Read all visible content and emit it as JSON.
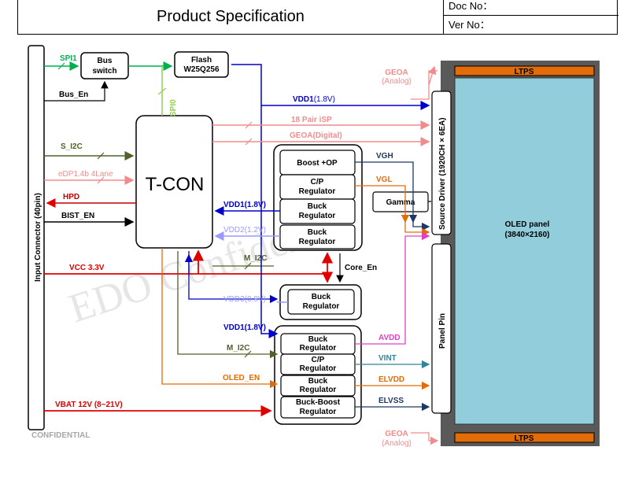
{
  "header": {
    "title": "Product Specification",
    "doc_no": "Doc No：",
    "ver_no": "Ver No："
  },
  "blocks": {
    "input_connector": "Input Connector (40pin)",
    "bus_switch_1": "Bus",
    "bus_switch_2": "switch",
    "flash_1": "Flash",
    "flash_2": "W25Q256",
    "tcon": "T-CON",
    "boost_op": "Boost +OP",
    "cp_reg_1": "C/P",
    "cp_reg_2": "Regulator",
    "buck_1": "Buck",
    "buck_2": "Regulator",
    "gamma": "Gamma",
    "buck_boost_1": "Buck-Boost",
    "buck_boost_2": "Regulator",
    "source_driver": "Source Driver (1920CH × 6EA)",
    "panel_pin": "Panel Pin",
    "oled_panel_1": "OLED panel",
    "oled_panel_2": "(3840×2160)",
    "ltps": "LTPS"
  },
  "signals": {
    "spi1": "SPI1",
    "spi0": "SPI0",
    "bus_en": "Bus_En",
    "s_i2c": "S_I2C",
    "edp": "eDP1.4b 4Lane",
    "hpd": "HPD",
    "bist_en": "BIST_EN",
    "vcc": "VCC 3.3V",
    "vbat": "VBAT  12V (8~21V)",
    "oled_en": "OLED_EN",
    "m_i2c": "M_I2C",
    "core_en": "Core_En",
    "vdd1_label": "VDD1",
    "vdd1_val": "(1.8V)",
    "vdd1_short": "VDD1(1.8V)",
    "vdd2": "VDD2(1.2V)",
    "vdd3": "VDD3(0.9V)",
    "isp": "18 Pair iSP",
    "geoa_digital": "GEOA(Digital)",
    "geoa": "GEOA",
    "analog": "(Analog)",
    "vgh": "VGH",
    "vgl": "VGL",
    "avdd": "AVDD",
    "vint": "VINT",
    "elvdd": "ELVDD",
    "elvss": "ELVSS"
  },
  "watermark": "EDO Confidential",
  "confidential": "CONFIDENTIAL",
  "colors": {
    "green": "#00b050",
    "olive": "#4f6228",
    "blue": "#0000cc",
    "salmon": "#f28c8c",
    "red": "#e00000",
    "orange": "#e36c09",
    "teal": "#31859c",
    "magenta": "#e040c8",
    "lavender": "#9999ff",
    "panel": "#92cddc",
    "bezel": "#595959"
  }
}
